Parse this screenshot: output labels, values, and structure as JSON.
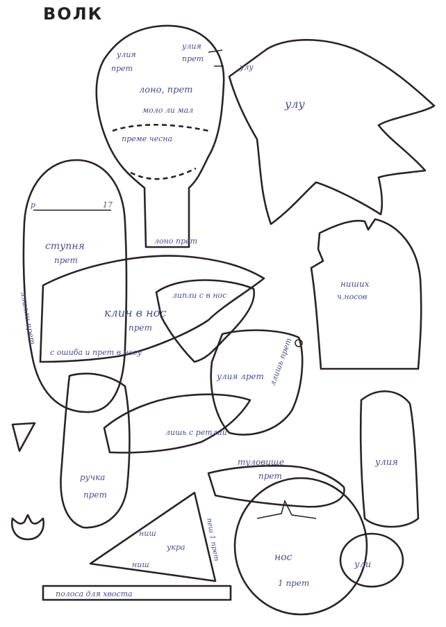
{
  "title": "ВОЛК",
  "labels": {
    "head_top": "лоно, прет",
    "head_mid": "лоно прет",
    "head_left_top": "улия",
    "head_left_sub": "прет",
    "head_right_top": "улия",
    "head_right_sub": "прет",
    "head_band1": "моло ли мал",
    "head_band2": "преме чесна",
    "tail": "улу",
    "tail_side": "улу",
    "sole": "ступня",
    "sole_sub": "прет",
    "sole_side": "ллилли прет",
    "body_main": "клин в нос",
    "body_sub": "прет",
    "body_bottom": "с ошиба и прет в носу",
    "arm_top": "ниших",
    "arm_sub": "ч.носов",
    "cheek": "улия лрет",
    "cheek_side": "ллишь прет",
    "head_side": "липли с в нос",
    "muzzle": "лишь с ретлий",
    "paw": "ручка",
    "paw_sub": "прет",
    "ear_right": "улия",
    "back_mid": "туловище",
    "back_sub": "прет",
    "nose": "нос",
    "nose_sub": "1 прет",
    "eye": "ули",
    "cone_top": "ниш",
    "cone_sub": "укра",
    "cone_bot": "ниш",
    "cone_side": "пеш 1 прет",
    "strip": "полоса для хвоста",
    "mark_p": "р",
    "mark_17": "17"
  }
}
